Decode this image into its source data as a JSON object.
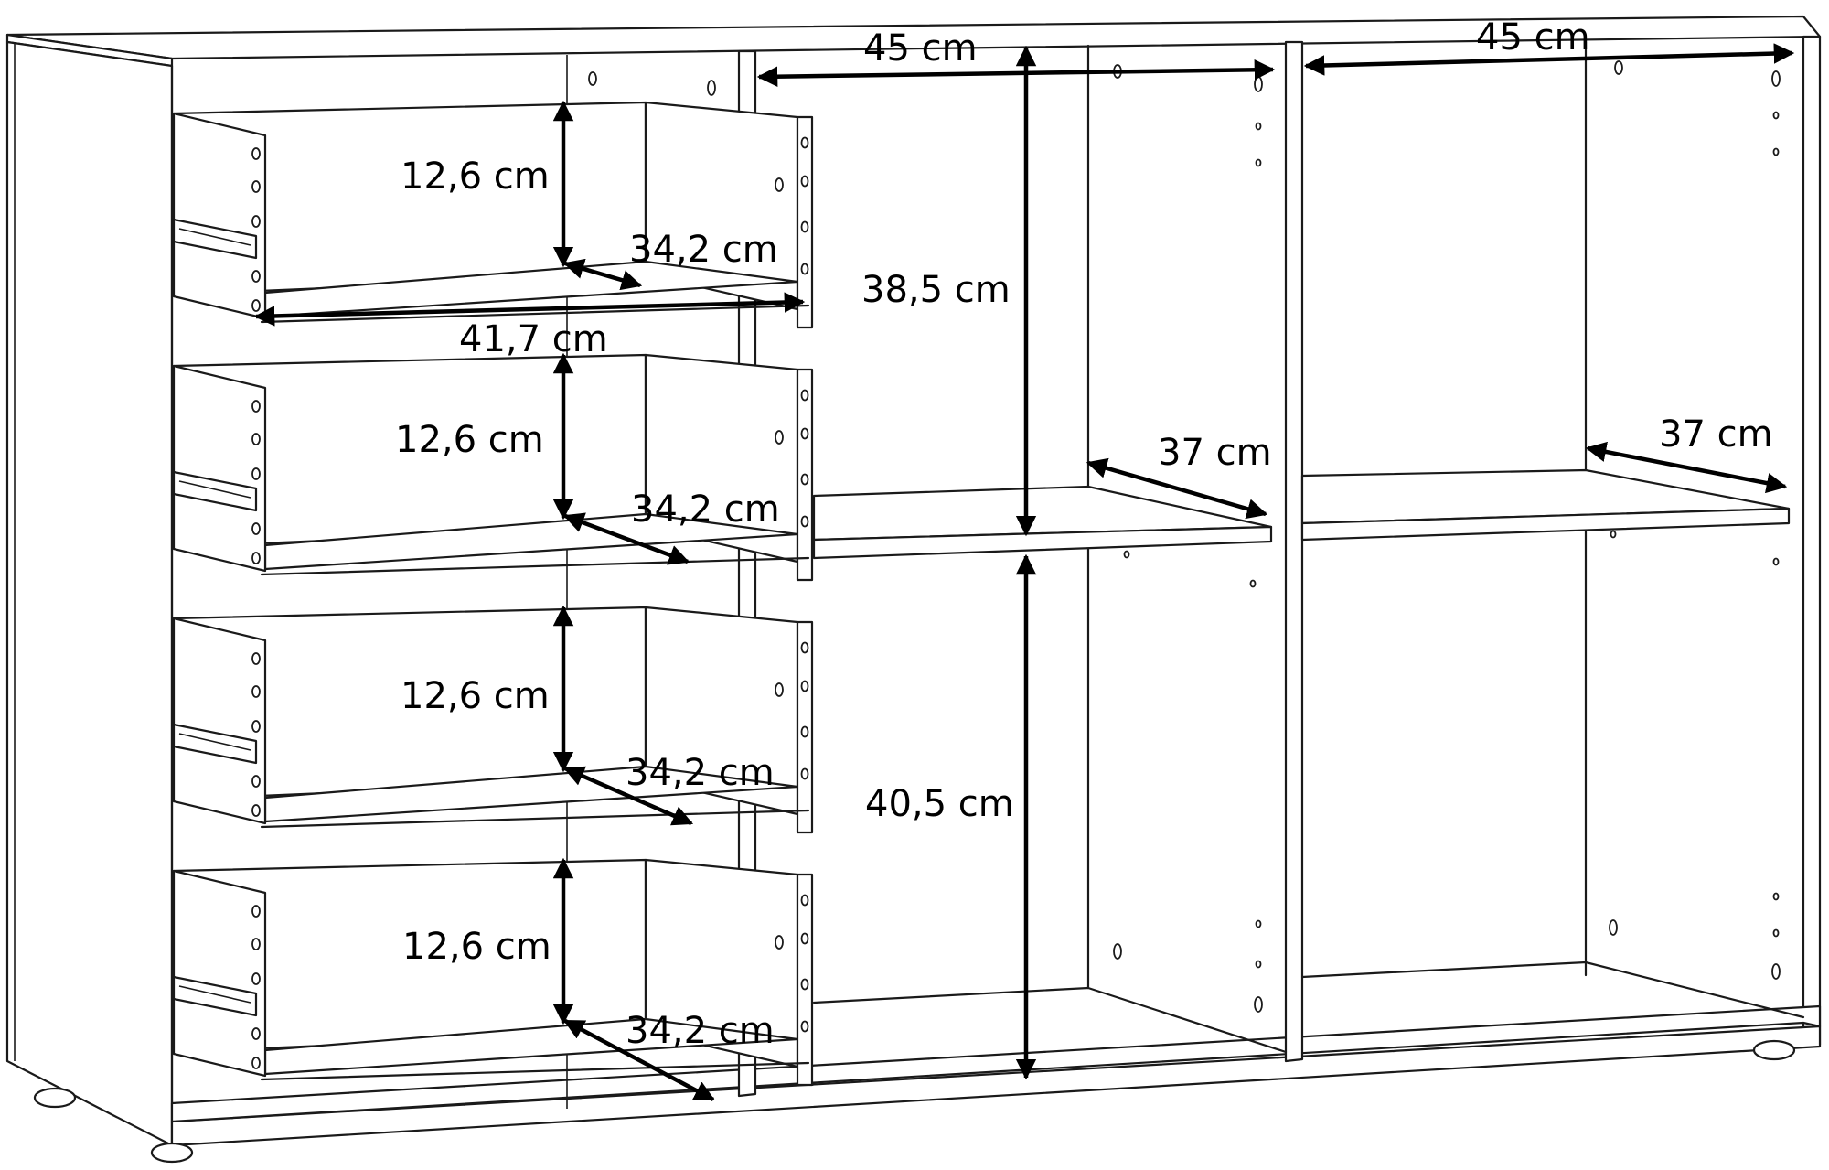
{
  "colors": {
    "line": "#1a1a1a",
    "background": "#ffffff"
  },
  "labels": {
    "width_left_section": "45 cm",
    "width_right_section": "45 cm",
    "height_upper_compartment": "38,5 cm",
    "height_lower_compartment": "40,5 cm",
    "depth_shelf_middle": "37 cm",
    "depth_shelf_right": "37 cm",
    "drawer_width": "41,7 cm",
    "drawers": [
      {
        "height": "12,6 cm",
        "depth": "34,2 cm"
      },
      {
        "height": "12,6 cm",
        "depth": "34,2 cm"
      },
      {
        "height": "12,6 cm",
        "depth": "34,2 cm"
      },
      {
        "height": "12,6 cm",
        "depth": "34,2 cm"
      }
    ]
  }
}
